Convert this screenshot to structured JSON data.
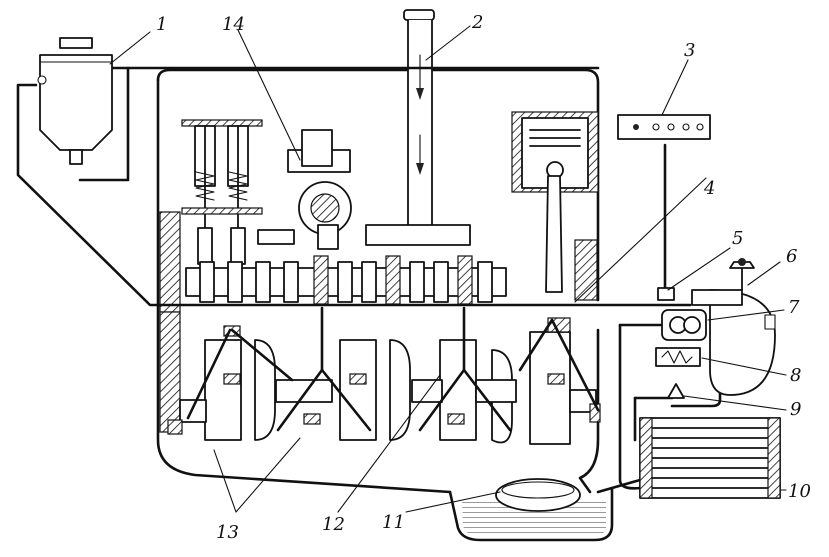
{
  "labels": {
    "n1": "1",
    "n2": "2",
    "n3": "3",
    "n4": "4",
    "n5": "5",
    "n6": "6",
    "n7": "7",
    "n8": "8",
    "n9": "9",
    "n10": "10",
    "n11": "11",
    "n12": "12",
    "n13": "13",
    "n14": "14"
  },
  "colors": {
    "ink": "#111111",
    "paper": "#ffffff"
  }
}
